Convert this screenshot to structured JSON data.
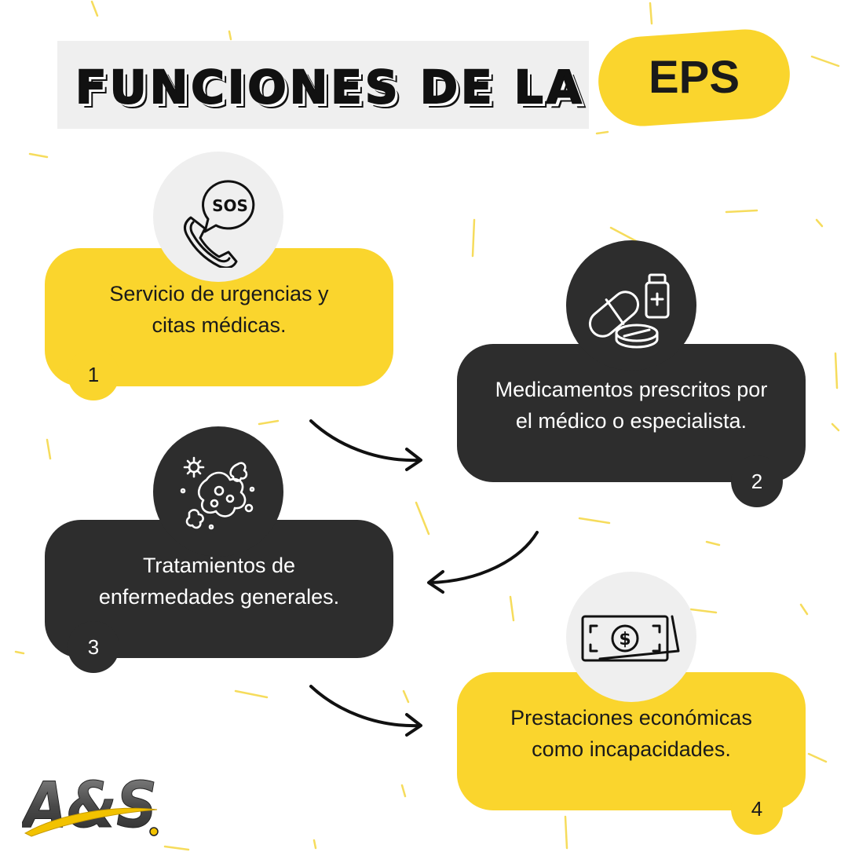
{
  "title": {
    "main": "FUNCIONES DE LA",
    "highlight": "EPS"
  },
  "steps": [
    {
      "number": "1",
      "text": "Servicio de urgencias y\ncitas médicas.",
      "icon": "sos-phone-icon",
      "theme": "yellow"
    },
    {
      "number": "2",
      "text": "Medicamentos prescritos por\nel médico o especialista.",
      "icon": "medicine-icon",
      "theme": "dark"
    },
    {
      "number": "3",
      "text": "Tratamientos de\nenfermedades generales.",
      "icon": "virus-icon",
      "theme": "dark"
    },
    {
      "number": "4",
      "text": "Prestaciones económicas\ncomo incapacidades.",
      "icon": "money-bill-icon",
      "theme": "yellow"
    }
  ],
  "sos_icon_label": "SOS",
  "logo": {
    "letters": "A&S"
  },
  "colors": {
    "yellow": "#fad52d",
    "dark": "#2d2d2d",
    "light_gray": "#efefef",
    "text_dark": "#1a1a1a"
  }
}
